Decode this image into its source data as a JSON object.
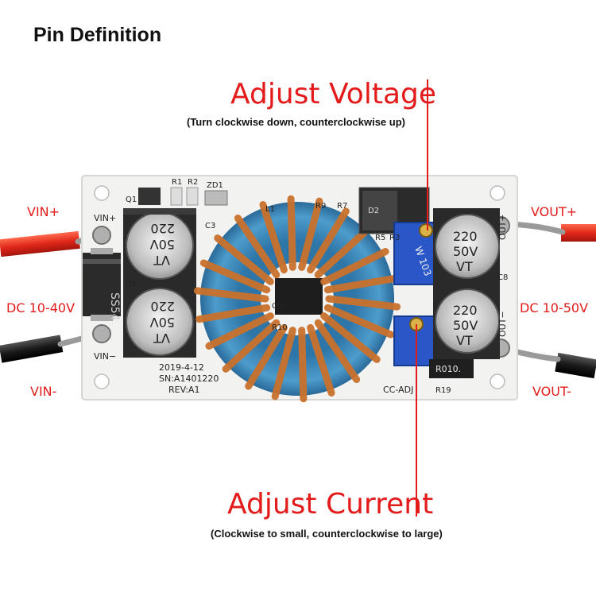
{
  "title": "Pin Definition",
  "voltage": {
    "heading": "Adjust Voltage",
    "note": "(Turn clockwise down, counterclockwise up)"
  },
  "current": {
    "heading": "Adjust Current",
    "note": "(Clockwise to small, counterclockwise to large)"
  },
  "input": {
    "plus": "VIN+",
    "range": "DC 10-40V",
    "minus": "VIN-"
  },
  "output": {
    "plus": "VOUT+",
    "range": "DC 10-50V",
    "minus": "VOUT-"
  },
  "board": {
    "silk_vin_plus": "VIN+",
    "silk_vin_minus": "VIN−",
    "date": "2019-4-12",
    "serial": "SN:A1401220",
    "rev": "REV:A1",
    "diode_label": "SS54",
    "cap_value": "220",
    "cap_voltage": "50V",
    "cap_series": "VT",
    "pot_marking": "W 103",
    "resistor_marking": "R010.",
    "silk_out_plus": "OUT+",
    "silk_out_minus": "OUT−",
    "silk_cc_adj": "CC-ADJ",
    "ref_q1": "Q1",
    "ref_r1": "R1",
    "ref_r2": "R2",
    "ref_zd1": "ZD1",
    "ref_l1": "L1",
    "ref_r9": "R9",
    "ref_r7": "R7",
    "ref_d2": "D2",
    "ref_c3": "C3",
    "ref_d1": "D1",
    "ref_c10": "C10",
    "ref_r10": "R10",
    "ref_r5": "R5",
    "ref_r3": "R3",
    "ref_c8": "C8",
    "ref_r19": "R19"
  },
  "colors": {
    "accent_red": "#e31b1b",
    "board_white": "#f2f2f0",
    "toroid_blue": "#3a86b8",
    "copper": "#c9712c",
    "pot_blue": "#2a57c8"
  }
}
